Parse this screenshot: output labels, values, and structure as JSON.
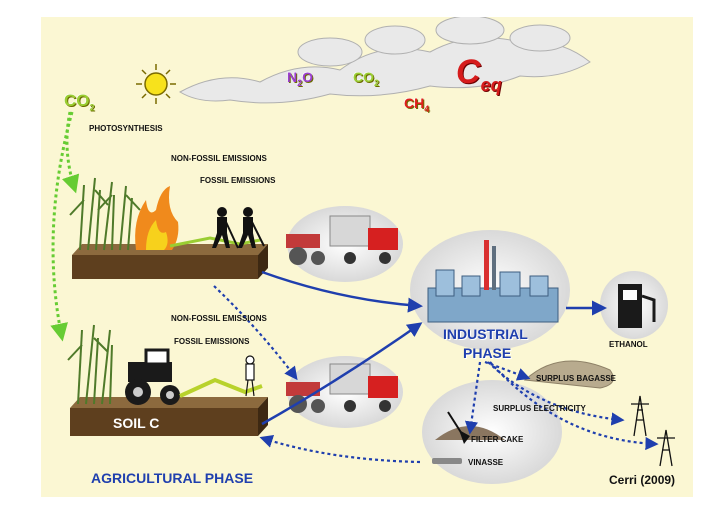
{
  "labels": {
    "co2_left": "CO",
    "co2_left_sub": "2",
    "n2o_n": "N",
    "n2o_sub": "2",
    "n2o_o": "O",
    "co2_top": "CO",
    "co2_top_sub": "2",
    "ch4": "CH",
    "ch4_sub": "4",
    "ceq_c": "C",
    "ceq_sub": "eq",
    "photosynthesis": "PHOTOSYNTHESIS",
    "non_fossil_top": "NON-FOSSIL EMISSIONS",
    "fossil_top": "FOSSIL EMISSIONS",
    "non_fossil_bottom": "NON-FOSSIL EMISSIONS",
    "fossil_bottom": "FOSSIL EMISSIONS",
    "industrial_phase_line1": "INDUSTRIAL",
    "industrial_phase_line2": "PHASE",
    "ethanol": "ETHANOL",
    "surplus_bagasse": "SURPLUS BAGASSE",
    "surplus_electricity": "SURPLUS ELECTRICITY",
    "filter_cake": "FILTER CAKE",
    "vinasse": "VINASSE",
    "soil_c": "SOIL C",
    "agricultural_phase": "AGRICULTURAL PHASE",
    "citation": "Cerri (2009)"
  },
  "colors": {
    "background": "#fbf7d3",
    "gas_green": "#9acd32",
    "n2o_purple": "#9b3fd0",
    "ch4_red": "#e0201b",
    "ceq_red": "#d61c1c",
    "arrow_blue": "#1f3fae",
    "arrow_green": "#66cc33",
    "soil_brown": "#6b4a25",
    "flame_orange": "#f08a1c"
  },
  "icons": [
    "sun-icon",
    "cloud-icon",
    "sugarcane-icon",
    "fire-icon",
    "workers-icon",
    "tractor-icon",
    "truck-icon",
    "factory-icon",
    "fuel-pump-icon",
    "power-tower-icon",
    "shovel-icon",
    "bagasse-pile-icon",
    "farmer-icon"
  ]
}
